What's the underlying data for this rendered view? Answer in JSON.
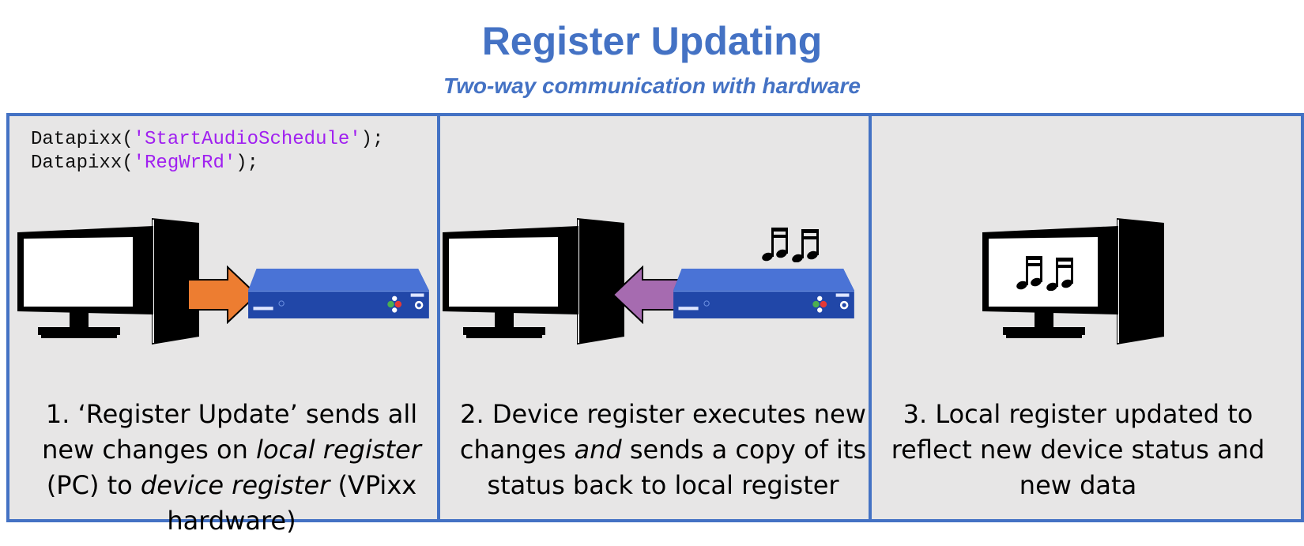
{
  "header": {
    "title": "Register Updating",
    "subtitle": "Two-way communication with hardware"
  },
  "code": {
    "fn": "Datapixx",
    "lines": [
      "'StartAudioSchedule'",
      "'RegWrRd'"
    ]
  },
  "steps": [
    {
      "parts": [
        {
          "text": "1. ‘Register Update’ sends all new changes on ",
          "italic": false
        },
        {
          "text": "local register",
          "italic": true
        },
        {
          "text": " (PC) to ",
          "italic": false
        },
        {
          "text": "device register",
          "italic": true
        },
        {
          "text": " (VPixx hardware)",
          "italic": false
        }
      ]
    },
    {
      "parts": [
        {
          "text": "2. Device register executes new changes ",
          "italic": false
        },
        {
          "text": "and",
          "italic": true
        },
        {
          "text": " sends a copy of its status back to local register",
          "italic": false
        }
      ]
    },
    {
      "parts": [
        {
          "text": "3. Local register updated to reflect new device status and new data",
          "italic": false
        }
      ]
    }
  ],
  "colors": {
    "accent": "#4472c4",
    "panel": "#e7e6e6",
    "arrow_send": "#ed7d31",
    "arrow_return": "#a66bb0",
    "device_blue": "#2a4fb3",
    "code_string": "#a020f0"
  },
  "icons": {
    "computer": "computer-icon",
    "device": "vpixx-device-icon",
    "music": "music-notes-icon"
  }
}
